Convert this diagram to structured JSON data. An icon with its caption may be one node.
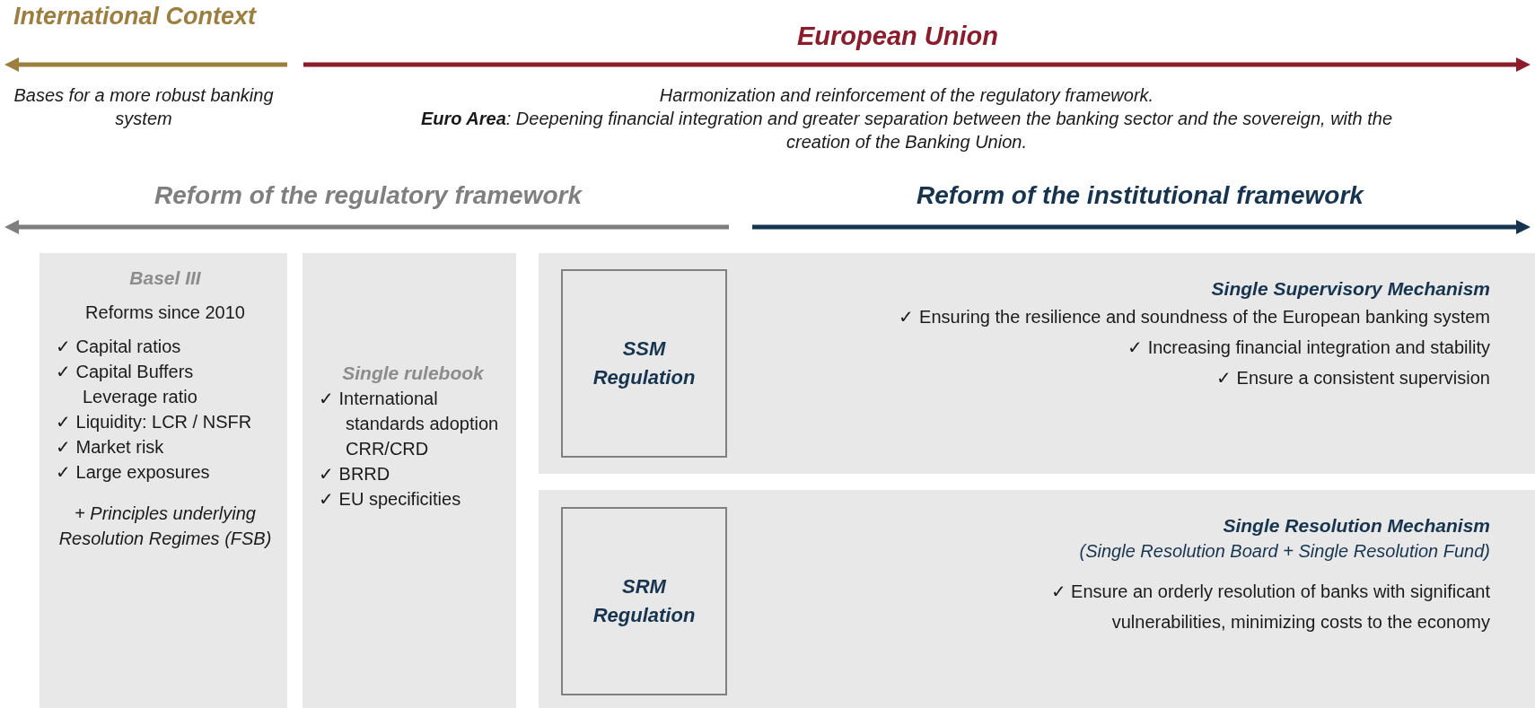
{
  "diagram": {
    "nodes": [
      {
        "text": [
          "Basel III",
          "Reforms since 2010",
          "✓ Capital ratios",
          "✓ Capital Buffers",
          "Leverage ratio",
          "✓ Liquidity: LCR / NSFR",
          "✓ Market risk",
          "✓ Large exposures",
          "+ Principles underlying Resolution Regimes (FSB)"
        ]
      },
      {
        "text": [
          "Single rulebook",
          "✓ International standards adoption",
          "CRR/CRD",
          "✓ BRRD",
          "✓ EU specificities"
        ]
      },
      {
        "text": [
          "Single Supervisory Mechanism",
          "✓ Ensuring the resilience and soundness of the European banking system",
          "✓ Increasing financial integration and stability",
          "✓ Ensure a consistent supervision"
        ]
      },
      {
        "text": [
          "SSM Regulation"
        ],
        "in": 2
      },
      {
        "text": [
          "Single Resolution Mechanism",
          "(Single Resolution Board + Single Resolution Fund)",
          "✓ Ensure an orderly resolution of banks with significant vulnerabilities, minimizing costs to the economy"
        ]
      },
      {
        "text": [
          "SRM Regulation"
        ],
        "in": 4
      }
    ],
    "labels": [
      "International Context",
      "European Union",
      "Bases for a more robust banking system",
      "Harmonization and reinforcement of the regulatory framework.",
      "**Euro Area**: Deepening financial integration and greater separation between the banking sector and the sovereign, with the creation of the Banking Union.",
      "Reform of the regulatory framework",
      "Reform of the institutional framework"
    ]
  }
}
